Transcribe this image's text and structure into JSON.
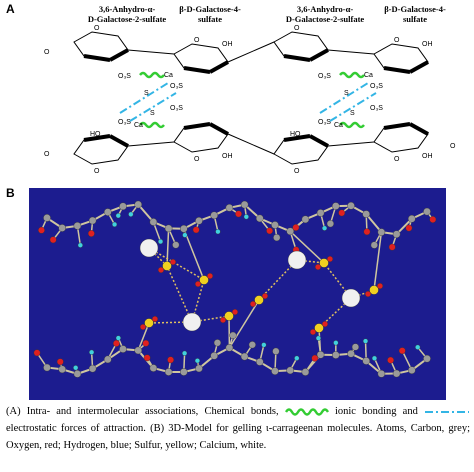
{
  "panel_a": {
    "label": "A",
    "units": [
      "3,6-Anhydro-α-\nD-Galactose-2-sulfate",
      "β-D-Galactose-4-\nsulfate",
      "3,6-Anhydro-α-\nD-Galactose-2-sulfate",
      "β-D-Galactose-4-\nsulfate"
    ],
    "atom_labels": {
      "oh": "OH",
      "ho": "HO",
      "o": "O",
      "s": "S",
      "ca": "Ca",
      "o3s": "O₃S"
    }
  },
  "panel_b": {
    "label": "B"
  },
  "caption": {
    "part1": "(A) Intra- and intermolecular associations, Chemical bonds,",
    "part2": "ionic bonding and",
    "part3": "electrostatic forces of attraction. (B) 3D-Model for gelling ι-carrageenan molecules. Atoms, Carbon, grey; Oxygen, red; Hydrogen, blue; Sulfur, yellow; Calcium, white."
  },
  "colors": {
    "ionic_bond": "#33cc33",
    "electrostatic": "#33b5e5",
    "model_background": "#1c1c8f",
    "carbon": "#9a9a9a",
    "oxygen": "#e02020",
    "hydrogen": "#40d0e0",
    "sulfur": "#f0d020",
    "calcium": "#f0f0f0"
  }
}
